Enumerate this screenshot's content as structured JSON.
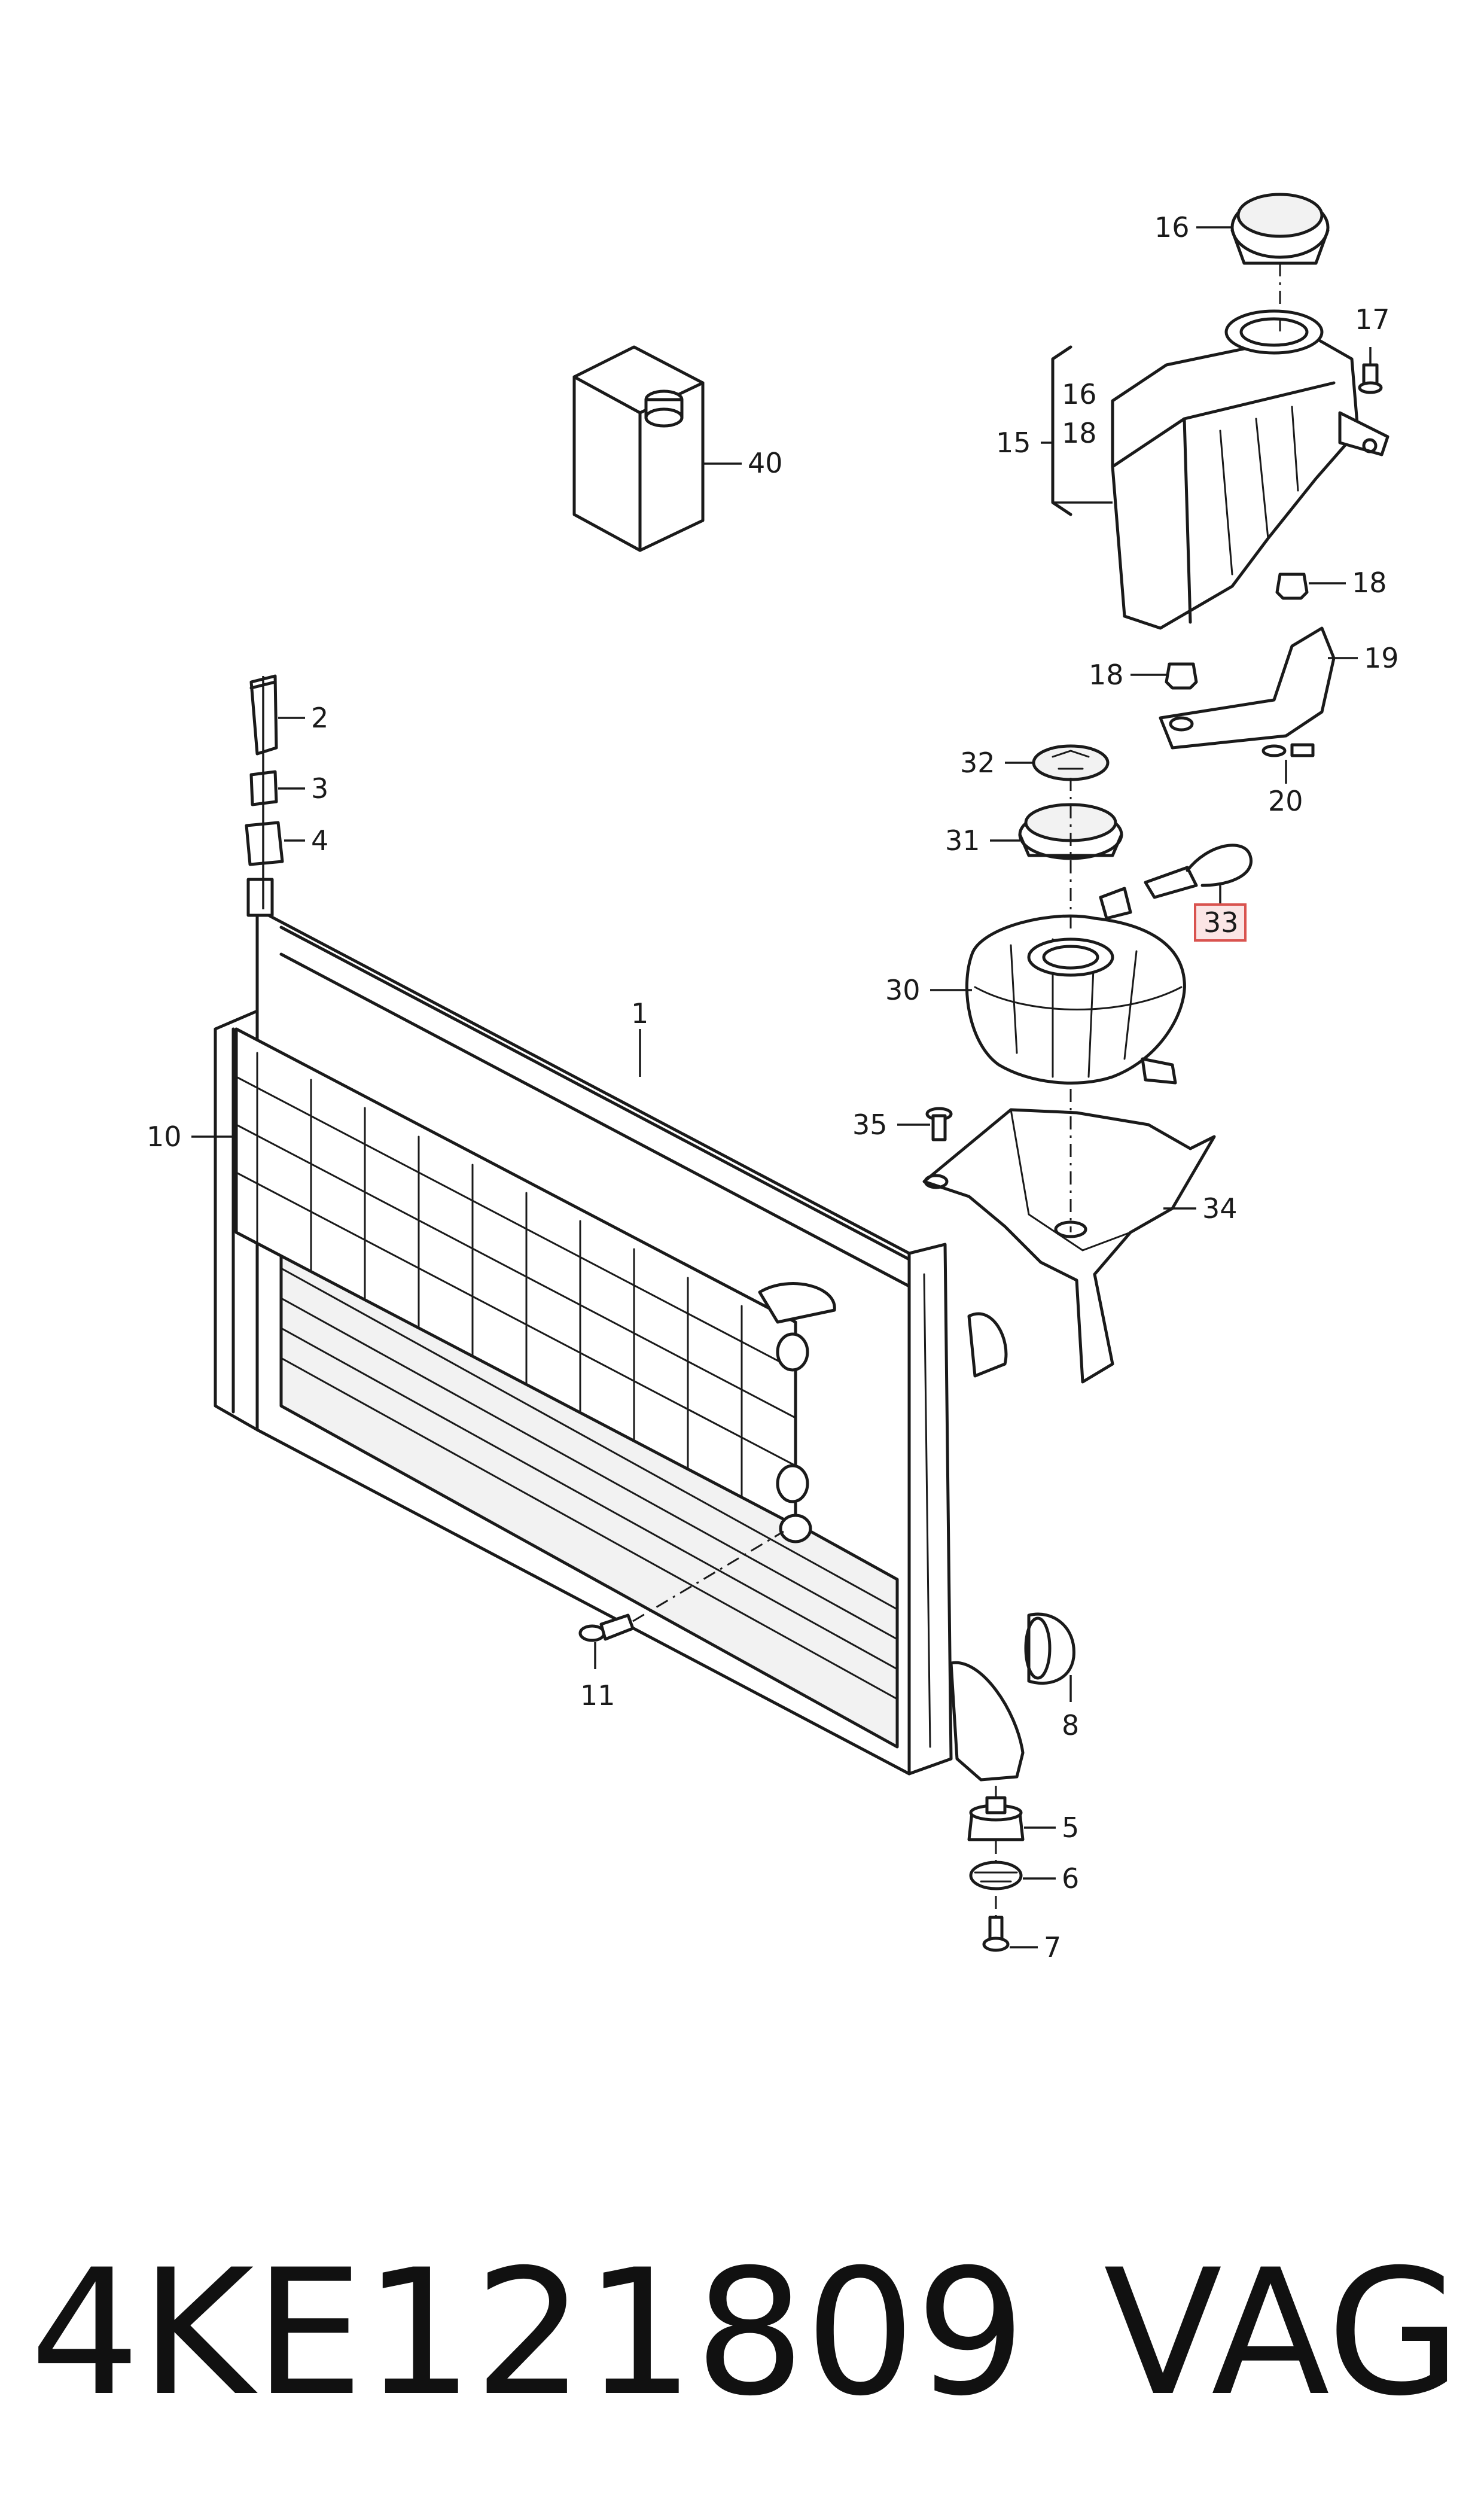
{
  "diagram": {
    "highlight_color": "#d9534f",
    "callouts": {
      "c1": "1",
      "c2": "2",
      "c3": "3",
      "c4": "4",
      "c5": "5",
      "c6": "6",
      "c7": "7",
      "c8": "8",
      "c10": "10",
      "c11": "11",
      "c15": "15",
      "c16a": "16",
      "c16b": "16",
      "c17": "17",
      "c18a": "18",
      "c18b": "18",
      "c18c": "18",
      "c19": "19",
      "c20": "20",
      "c30": "30",
      "c31": "31",
      "c32": "32",
      "c33": "33",
      "c34": "34",
      "c35": "35",
      "c40": "40"
    },
    "highlighted_callout": "33"
  },
  "footer": {
    "part_number": "4KE121809",
    "brand": "VAG"
  }
}
